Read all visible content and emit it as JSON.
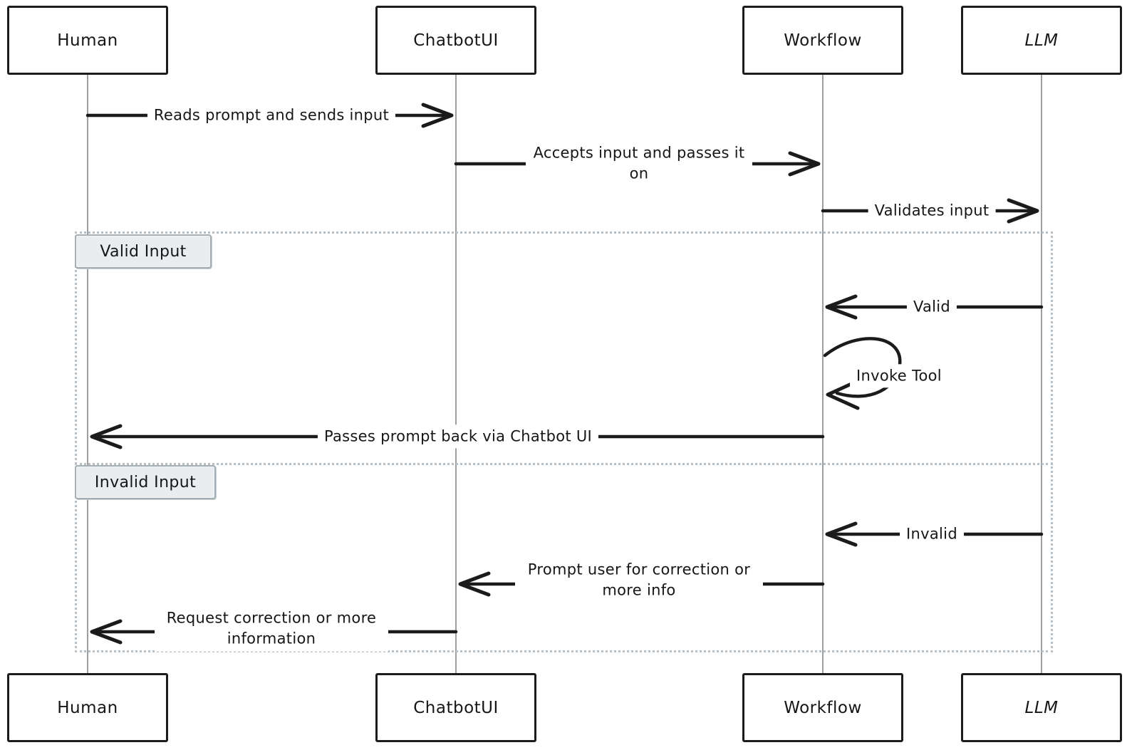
{
  "diagram_type": "sequence-diagram",
  "actors": [
    {
      "name": "Human"
    },
    {
      "name": "ChatbotUI"
    },
    {
      "name": "Workflow"
    },
    {
      "name": "LLM"
    }
  ],
  "messages": [
    {
      "id": "reads-prompt",
      "from": "Human",
      "to": "ChatbotUI",
      "text": "Reads prompt and sends input"
    },
    {
      "id": "accepts-input",
      "from": "ChatbotUI",
      "to": "Workflow",
      "text": "Accepts input and passes it on"
    },
    {
      "id": "validates-input",
      "from": "Workflow",
      "to": "LLM",
      "text": "Validates input"
    },
    {
      "id": "valid",
      "from": "LLM",
      "to": "Workflow",
      "text": "Valid",
      "section": "Valid Input"
    },
    {
      "id": "invoke-tool",
      "from": "Workflow",
      "to": "Workflow",
      "text": "Invoke Tool",
      "section": "Valid Input"
    },
    {
      "id": "passes-prompt-back",
      "from": "Workflow",
      "to": "Human",
      "text": "Passes prompt back via Chatbot UI",
      "section": "Valid Input"
    },
    {
      "id": "invalid",
      "from": "LLM",
      "to": "Workflow",
      "text": "Invalid",
      "section": "Invalid Input"
    },
    {
      "id": "prompt-user",
      "from": "Workflow",
      "to": "ChatbotUI",
      "text": "Prompt user for correction or more info",
      "section": "Invalid Input"
    },
    {
      "id": "request-correction",
      "from": "ChatbotUI",
      "to": "Human",
      "text": "Request correction or more information",
      "section": "Invalid Input"
    }
  ],
  "alt_sections": [
    {
      "label": "Valid Input"
    },
    {
      "label": "Invalid Input"
    }
  ],
  "colors": {
    "stroke": "#1b1b1b",
    "lifeline": "#9e9e9e",
    "frame_border": "#b7bfc7",
    "section_fill": "#e9edef",
    "section_border": "#a4aeb4",
    "background": "#ffffff"
  }
}
